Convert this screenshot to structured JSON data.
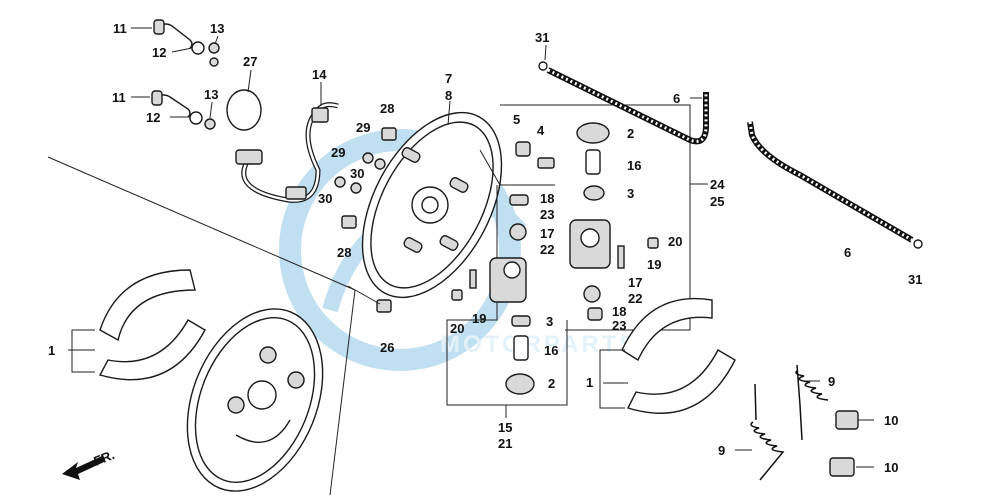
{
  "watermark": {
    "brand_text": "MOTORPARTS",
    "color_primary": "#4da6d9",
    "color_secondary": "#b5d8ee"
  },
  "direction_label": "FR.",
  "callouts": {
    "c1_left": "1",
    "c1_right": "1",
    "c2_top": "2",
    "c2_bottom": "2",
    "c3_top": "3",
    "c3_bottom": "3",
    "c4": "4",
    "c5": "5",
    "c6_top": "6",
    "c6_right": "6",
    "c7": "7",
    "c8": "8",
    "c9_top": "9",
    "c9_bottom": "9",
    "c10_top": "10",
    "c10_bottom": "10",
    "c11_top": "11",
    "c11_bottom": "11",
    "c12_top": "12",
    "c12_bottom": "12",
    "c13_top": "13",
    "c13_bottom": "13",
    "c14": "14",
    "c15": "15",
    "c16_top": "16",
    "c16_bottom": "16",
    "c17_top": "17",
    "c17_bottom": "17",
    "c18_top": "18",
    "c18_bottom": "18",
    "c19_left": "19",
    "c19_right": "19",
    "c20_left": "20",
    "c20_right": "20",
    "c21": "21",
    "c22_top": "22",
    "c22_bottom": "22",
    "c23_top": "23",
    "c23_bottom": "23",
    "c24": "24",
    "c25": "25",
    "c26": "26",
    "c27": "27",
    "c28_top": "28",
    "c28_bottom": "28",
    "c29_top": "29",
    "c29_bottom": "29",
    "c30_top": "30",
    "c30_bottom": "30",
    "c31_top": "31",
    "c31_bottom": "31"
  }
}
